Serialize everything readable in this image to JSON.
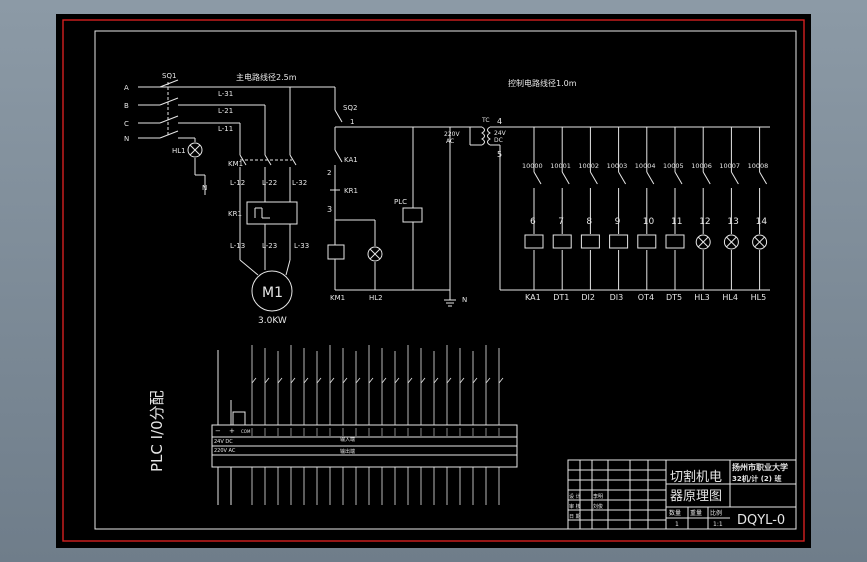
{
  "title_main_power": "主电路线径2.5m",
  "title_control": "控制电路线径1.0m",
  "phases": [
    "A",
    "B",
    "C",
    "N"
  ],
  "main_labels": {
    "sq1": "SQ1",
    "l31": "L-31",
    "l21": "L-21",
    "l11": "L-11",
    "hl1": "HL1",
    "n1": "N",
    "km1": "KM1",
    "l12": "L-12",
    "l22": "L-22",
    "l32": "L-32",
    "kr1": "KR1",
    "l13": "L-13",
    "l23": "L-23",
    "l33": "L-33",
    "motor": "M1",
    "power": "3.0KW"
  },
  "control_labels": {
    "sq2": "SQ2",
    "n1": "1",
    "ka1": "KA1",
    "n2": "2",
    "kr1": "KR1",
    "n3": "3",
    "plc": "PLC",
    "km1": "KM1",
    "hl2": "HL2",
    "n": "N",
    "tc": "TC",
    "v220": "220V",
    "ac": "AC",
    "v24": "24V",
    "dc": "DC",
    "t4": "4",
    "t5": "5"
  },
  "outputs": [
    {
      "addr": "10000",
      "num": "6",
      "type": "coil",
      "label": "KA1"
    },
    {
      "addr": "10001",
      "num": "7",
      "type": "coil",
      "label": "DT1"
    },
    {
      "addr": "10002",
      "num": "8",
      "type": "coil",
      "label": "DI2"
    },
    {
      "addr": "10003",
      "num": "9",
      "type": "coil",
      "label": "DI3"
    },
    {
      "addr": "10004",
      "num": "10",
      "type": "coil",
      "label": "OT4"
    },
    {
      "addr": "10005",
      "num": "11",
      "type": "coil",
      "label": "DT5"
    },
    {
      "addr": "10006",
      "num": "12",
      "type": "lamp",
      "label": "HL3"
    },
    {
      "addr": "10007",
      "num": "13",
      "type": "lamp",
      "label": "HL4"
    },
    {
      "addr": "10008",
      "num": "14",
      "type": "lamp",
      "label": "HL5"
    }
  ],
  "plc_io": {
    "heading": "PLC I/0分配",
    "dc": "24V DC",
    "ac": "220V AC",
    "com": "COM",
    "group_label_top": "输入端",
    "group_label_bottom": "输出端",
    "pm_minus": "−",
    "pm_plus": "+"
  },
  "title_block": {
    "drawing_title": "切割机电器原理图",
    "school": "扬州市职业大学",
    "class": "32机/计 (2) 班",
    "qty": "数量",
    "weight": "重量",
    "scale": "比例",
    "qty_val": "1",
    "scale_val": "1:1",
    "drawing_no": "DQYL-0",
    "designer": "设 计",
    "checker": "审 核",
    "date": "日 期",
    "design_name": "李明",
    "check_name": "刘俊"
  }
}
